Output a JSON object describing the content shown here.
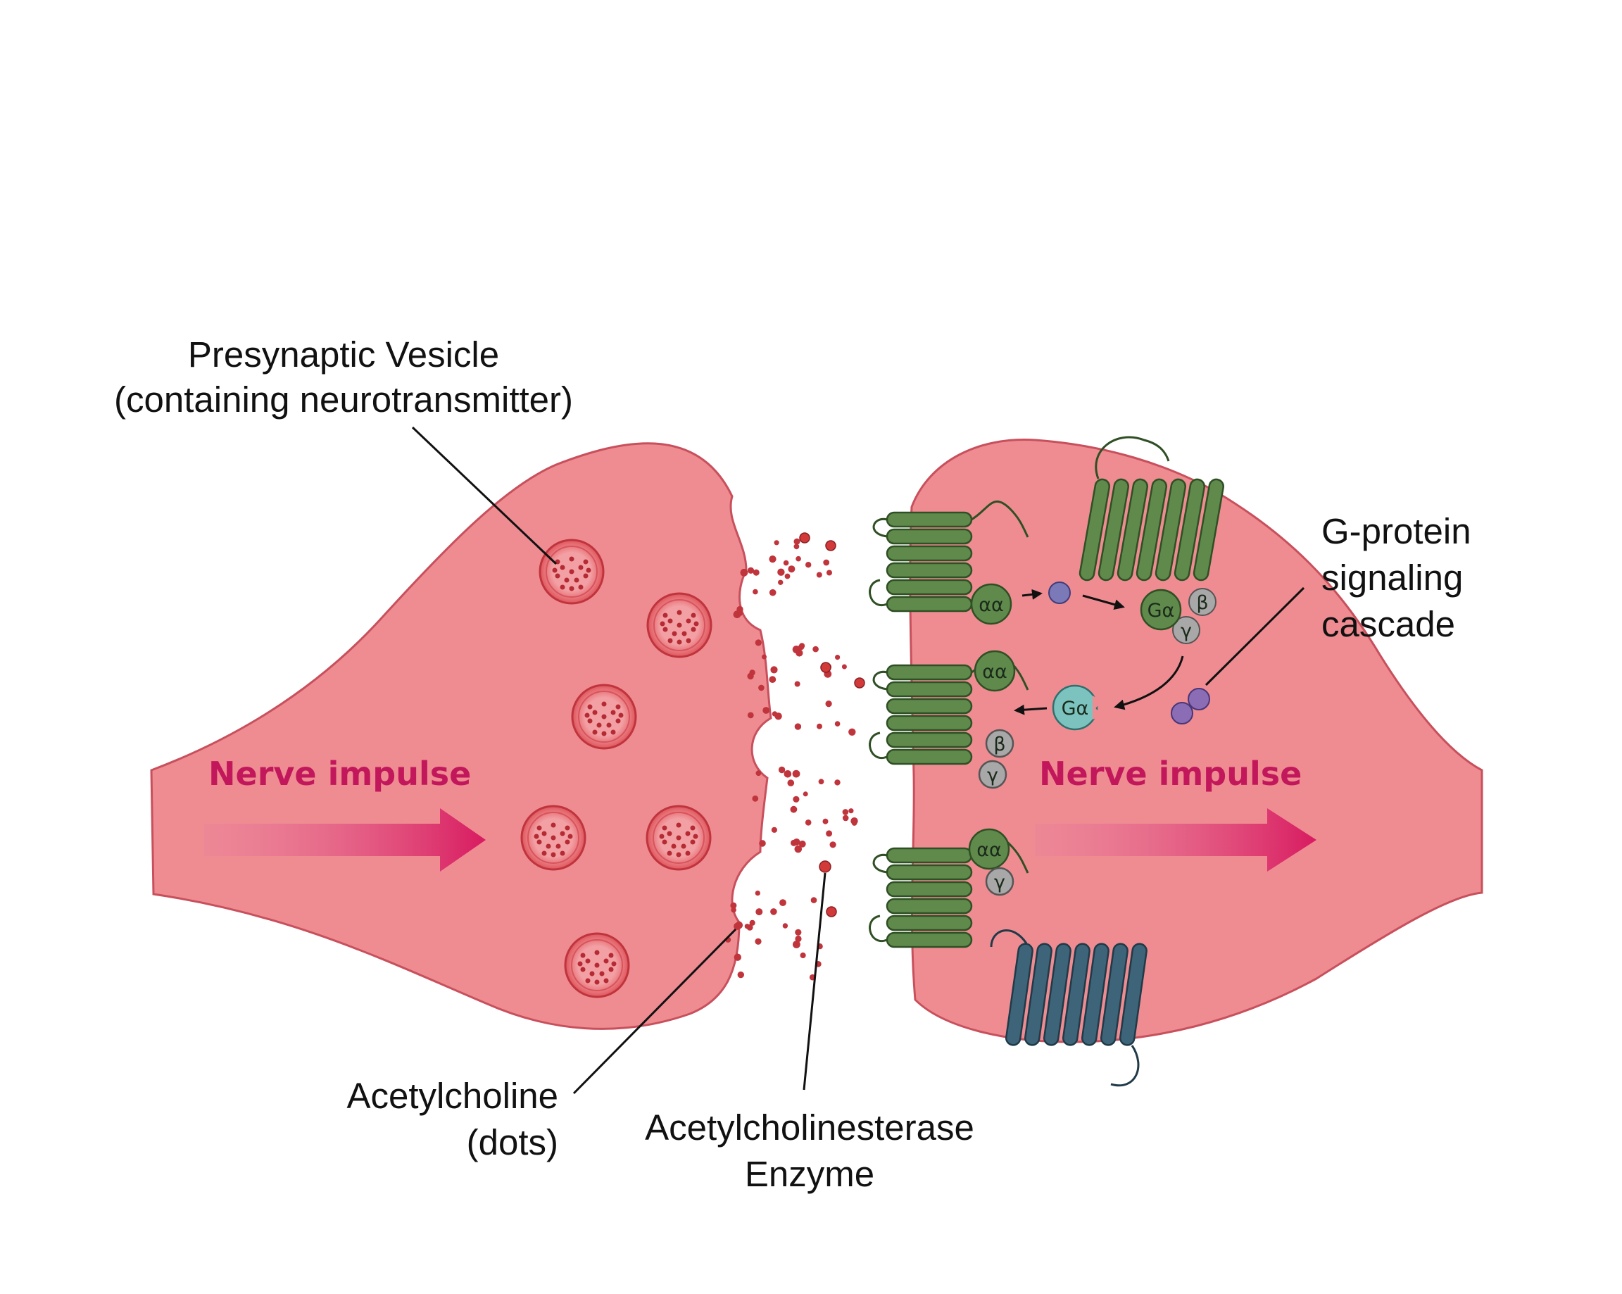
{
  "labels": {
    "vesicle_line1": "Presynaptic Vesicle",
    "vesicle_line2": "(containing neurotransmitter)",
    "gprotein_line1": "G-protein",
    "gprotein_line2": "signaling",
    "gprotein_line3": "cascade",
    "ach_line1": "Acetylcholine",
    "ach_line2": "(dots)",
    "ache_line1": "Acetylcholinesterase",
    "ache_line2": "Enzyme",
    "impulse_left": "Nerve impulse",
    "impulse_right": "Nerve impulse"
  },
  "subunits": {
    "alpha_pair": "αα",
    "g_alpha": "Gα",
    "beta": "β",
    "gamma": "γ"
  },
  "colors": {
    "neuron_fill": "#ee8c92",
    "neuron_stroke": "#c8505c",
    "vesicle": "#d83a44",
    "dot": "#c0343c",
    "receptor": "#4f7a3c",
    "receptor_dark": "#36572a",
    "blue_receptor": "#3d6478",
    "impulse_text": "#c2185b",
    "g_alpha_free": "#7cc3c0",
    "effector": "#8a6db5",
    "subunit_gray": "#a8a8a8"
  }
}
